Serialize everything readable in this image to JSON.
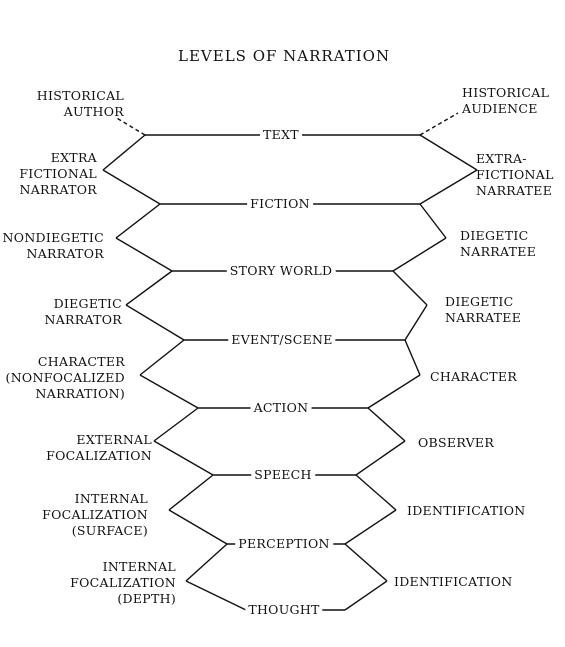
{
  "title": "LEVELS OF NARRATION",
  "levels": [
    {
      "label": "TEXT",
      "left": [
        "HISTORICAL",
        "AUTHOR"
      ],
      "right": [
        "HISTORICAL",
        "AUDIENCE"
      ]
    },
    {
      "label": "FICTION",
      "left": [
        "EXTRA",
        "FICTIONAL",
        "NARRATOR"
      ],
      "right": [
        "EXTRA-",
        "FICTIONAL",
        "NARRATEE"
      ]
    },
    {
      "label": "STORY WORLD",
      "left": [
        "NONDIEGETIC",
        "NARRATOR"
      ],
      "right": [
        "DIEGETIC",
        "NARRATEE"
      ]
    },
    {
      "label": "EVENT/SCENE",
      "left": [
        "DIEGETIC",
        "NARRATOR"
      ],
      "right": [
        "DIEGETIC",
        "NARRATEE"
      ]
    },
    {
      "label": "ACTION",
      "left": [
        "CHARACTER",
        "(NONFOCALIZED",
        "NARRATION)"
      ],
      "right": [
        "CHARACTER"
      ]
    },
    {
      "label": "SPEECH",
      "left": [
        "EXTERNAL",
        "FOCALIZATION"
      ],
      "right": [
        "OBSERVER"
      ]
    },
    {
      "label": "PERCEPTION",
      "left": [
        "INTERNAL",
        "FOCALIZATION",
        "(SURFACE)"
      ],
      "right": [
        "IDENTIFICATION"
      ]
    },
    {
      "label": "THOUGHT",
      "left": [
        "INTERNAL",
        "FOCALIZATION",
        "(DEPTH)"
      ],
      "right": [
        "IDENTIFICATION"
      ]
    }
  ]
}
